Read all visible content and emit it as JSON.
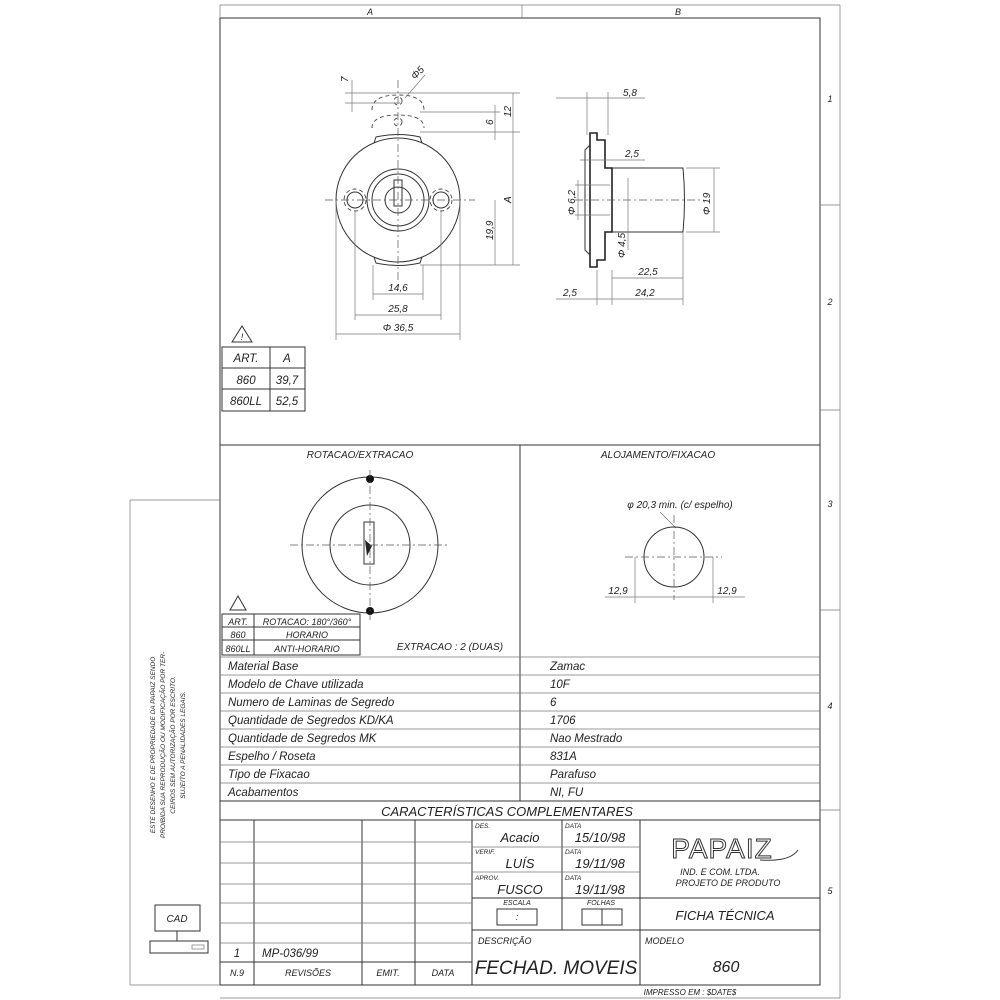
{
  "grid": {
    "columns": [
      "A",
      "B"
    ],
    "rows": [
      "1",
      "2",
      "3",
      "4",
      "5"
    ]
  },
  "notice": [
    "ESTE DESENHO E DE PROPRIEDADE DA PAPAIZ SENDO",
    "PROIBIDA SUA REPRODUÇÃO OU MODIFICAÇÃO POR TER-",
    "CEIROS SEM AUTORIZAÇÃO POR ESCRITO.",
    "SUJEITO A PENALIDADES LEGAIS."
  ],
  "cad_label": "CAD",
  "front_view": {
    "dims": [
      "7",
      "Φ5",
      "6",
      "12",
      "A",
      "19,9",
      "14,6",
      "25,8",
      "Φ 36,5"
    ]
  },
  "side_view": {
    "dims": [
      "5,8",
      "2,5",
      "Φ 6,2",
      "Φ 4,5",
      "Φ 19",
      "22,5",
      "2,5",
      "24,2"
    ]
  },
  "warning_symbol": "!",
  "art_table": {
    "headers": [
      "ART.",
      "A"
    ],
    "rows": [
      [
        "860",
        "39,7"
      ],
      [
        "860LL",
        "52,5"
      ]
    ]
  },
  "rotation": {
    "title": "ROTACAO/EXTRACAO",
    "headers": [
      "ART.",
      "ROTACAO: 180°/360°"
    ],
    "rows": [
      [
        "860",
        "HORARIO"
      ],
      [
        "860LL",
        "ANTI-HORARIO"
      ]
    ],
    "extraction": "EXTRACAO : 2 (DUAS)"
  },
  "housing": {
    "title": "ALOJAMENTO/FIXACAO",
    "diameter": "φ 20,3 min. (c/ espelho)",
    "left": "12,9",
    "right": "12,9"
  },
  "specs": [
    {
      "label": "Material Base",
      "value": "Zamac"
    },
    {
      "label": "Modelo de Chave utilizada",
      "value": "10F"
    },
    {
      "label": "Numero de Laminas de Segredo",
      "value": "6"
    },
    {
      "label": "Quantidade de Segredos KD/KA",
      "value": "1706"
    },
    {
      "label": "Quantidade de Segredos MK",
      "value": "Nao Mestrado"
    },
    {
      "label": "Espelho / Roseta",
      "value": "831A"
    },
    {
      "label": "Tipo de Fixacao",
      "value": "Parafuso"
    },
    {
      "label": "Acabamentos",
      "value": "NI, FU"
    }
  ],
  "complementary_title": "CARACTERÍSTICAS COMPLEMENTARES",
  "revisions": {
    "headers": [
      "N.9",
      "REVISÕES",
      "EMIT.",
      "DATA"
    ],
    "rows": [
      {
        "n": "1",
        "rev": "MP-036/99"
      }
    ]
  },
  "approvals": [
    {
      "role": "DES.",
      "name": "Acacio",
      "date_label": "DATA",
      "date": "15/10/98"
    },
    {
      "role": "VERIF.",
      "name": "LUÍS",
      "date_label": "DATA",
      "date": "19/11/98"
    },
    {
      "role": "APROV.",
      "name": "FUSCO",
      "date_label": "DATA",
      "date": "19/11/98"
    }
  ],
  "scale_label": "ESCALA",
  "scale_value": ":",
  "sheets_label": "FOLHAS",
  "company": {
    "logo": "PAPAIZ",
    "line1": "IND. E COM. LTDA.",
    "line2": "PROJETO DE PRODUTO"
  },
  "doc_type": "FICHA TÉCNICA",
  "description_label": "DESCRIÇÃO",
  "description": "FECHAD. MOVEIS",
  "model_label": "MODELO",
  "model": "860",
  "printed": "IMPRESSO EM : $DATE$"
}
